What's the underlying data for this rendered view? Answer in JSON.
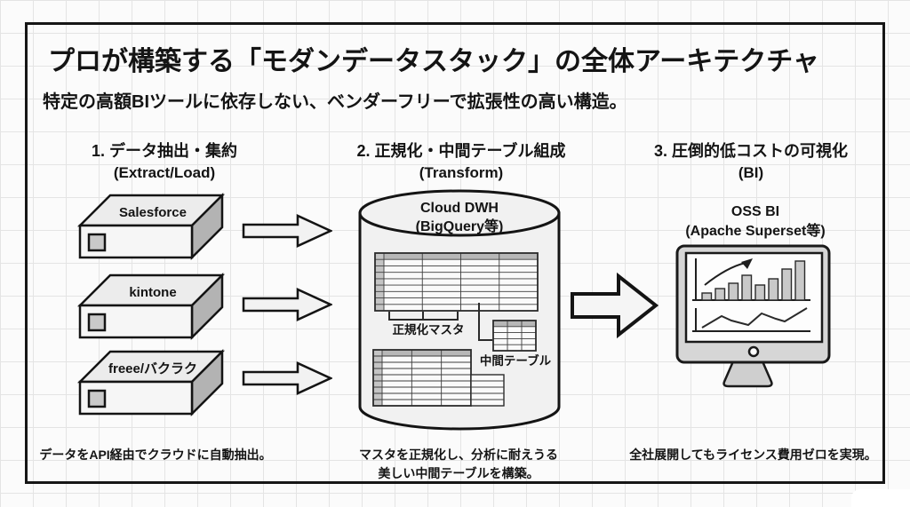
{
  "title": "プロが構築する「モダンデータスタック」の全体アーキテクチャ",
  "subtitle": "特定の高額BIツールに依存しない、ベンダーフリーで拡張性の高い構造。",
  "columns": [
    {
      "heading": "1. データ抽出・集約",
      "subheading": "(Extract/Load)",
      "caption": [
        "データをAPI経由でクラウドに自動抽出。"
      ]
    },
    {
      "heading": "2. 正規化・中間テーブル組成",
      "subheading": "(Transform)",
      "caption": [
        "マスタを正規化し、分析に耐えうる",
        "美しい中間テーブルを構築。"
      ]
    },
    {
      "heading": "3. 圧倒的低コストの可視化",
      "subheading": "(BI)",
      "caption": [
        "全社展開してもライセンス費用ゼロを実現。"
      ]
    }
  ],
  "sources": [
    {
      "label": "Salesforce"
    },
    {
      "label": "kintone"
    },
    {
      "label": "freee/バクラク"
    }
  ],
  "warehouse": {
    "name_line1": "Cloud DWH",
    "name_line2": "(BigQuery等)",
    "normalized_master_label": "正規化マスタ",
    "intermediate_table_label": "中間テーブル"
  },
  "bi": {
    "name_line1": "OSS BI",
    "name_line2": "(Apache Superset等)",
    "chart_bars": [
      8,
      13,
      19,
      28,
      17,
      24,
      35,
      44
    ],
    "chart_line_points": "30,94 52,81 63,86 82,91 97,78 113,84 123,87 148,72"
  },
  "icons": {
    "source_box": "3d-server-box-icon",
    "flow_arrow": "block-arrow-right-icon",
    "warehouse": "database-cylinder-icon",
    "bi_monitor": "desktop-monitor-dashboard-icon"
  },
  "colors": {
    "ink": "#141414",
    "paper": "#fbfbfb",
    "grid_line": "#e4e4e4",
    "shape_fill": "#f1f1f1",
    "shade_fill": "#b3b3b3",
    "bezel_fill": "#d6d6d6"
  }
}
